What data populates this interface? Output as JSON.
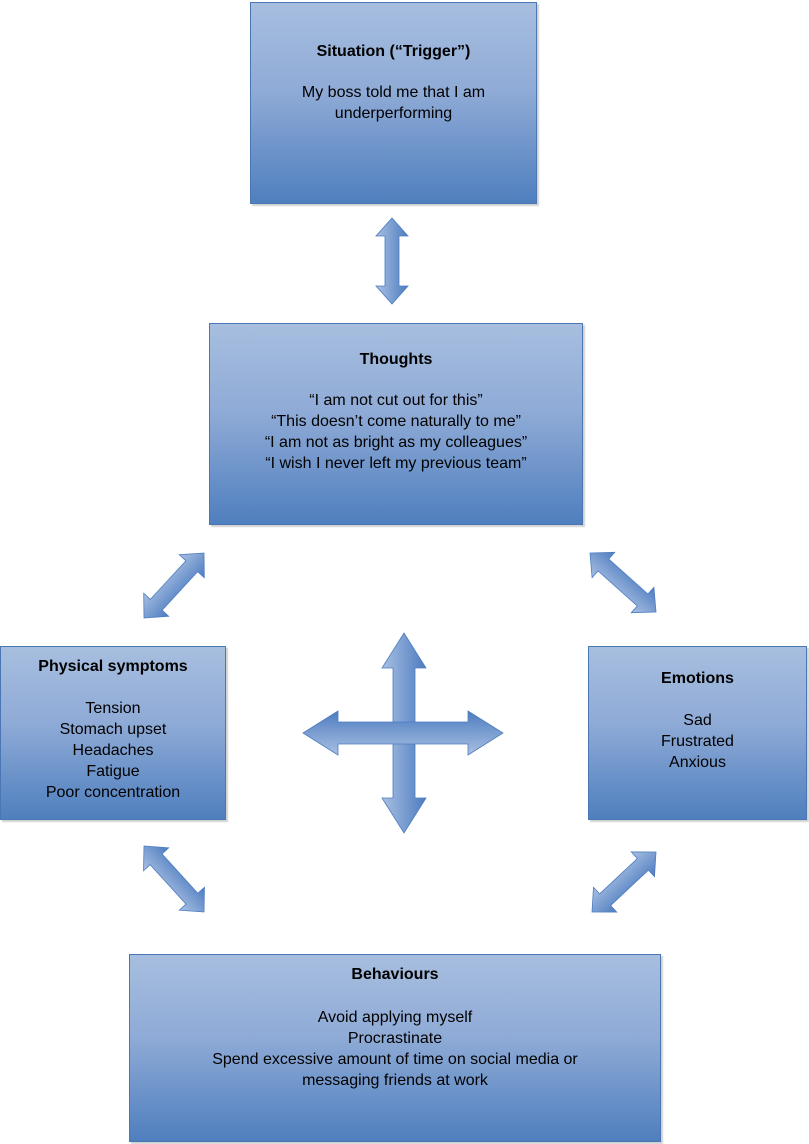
{
  "diagram": {
    "type": "cbt-cycle",
    "colors": {
      "box_top": "#a7bedf",
      "box_bottom": "#4f7fbe",
      "box_border": "#4a76b3",
      "arrow_light": "#a9c0e2",
      "arrow_dark": "#4d7cc0"
    },
    "situation": {
      "title": "Situation (“Trigger”)",
      "lines": [
        "My boss told me that I am",
        "underperforming"
      ]
    },
    "thoughts": {
      "title": "Thoughts",
      "lines": [
        "“I am not cut out for this”",
        "“This doesn’t come naturally to me”",
        "“I am not as bright as my colleagues”",
        "“I wish I never left my previous team”"
      ]
    },
    "physical_symptoms": {
      "title": "Physical symptoms",
      "lines": [
        "Tension",
        "Stomach upset",
        "Headaches",
        "Fatigue",
        "Poor concentration"
      ]
    },
    "emotions": {
      "title": "Emotions",
      "lines": [
        "Sad",
        "Frustrated",
        "Anxious"
      ]
    },
    "behaviours": {
      "title": "Behaviours",
      "lines": [
        "Avoid applying myself",
        "Procrastinate",
        "Spend excessive amount of time on social media or",
        "messaging friends at work"
      ]
    },
    "connections": [
      {
        "from": "situation",
        "to": "thoughts",
        "direction": "bidirectional"
      },
      {
        "from": "thoughts",
        "to": "physical_symptoms",
        "direction": "bidirectional"
      },
      {
        "from": "thoughts",
        "to": "emotions",
        "direction": "bidirectional"
      },
      {
        "from": "physical_symptoms",
        "to": "behaviours",
        "direction": "bidirectional"
      },
      {
        "from": "emotions",
        "to": "behaviours",
        "direction": "bidirectional"
      },
      {
        "from": "center",
        "to": "all",
        "direction": "four-way"
      }
    ]
  }
}
